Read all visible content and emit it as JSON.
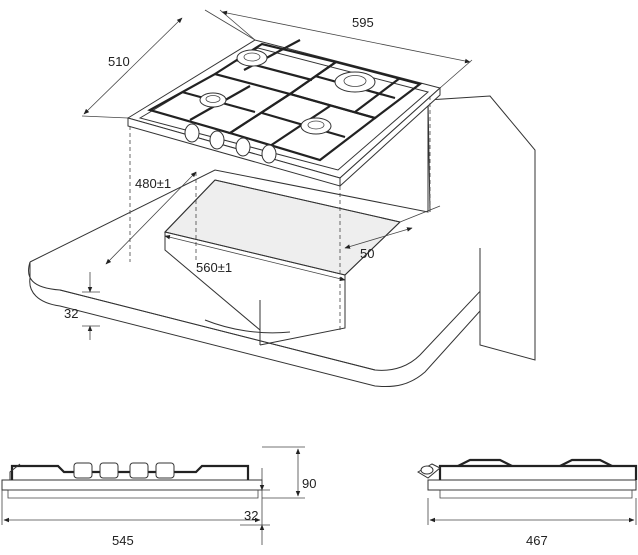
{
  "dimensions": {
    "top_width": "595",
    "top_depth": "510",
    "cutout_depth": "480±1",
    "cutout_width": "560±1",
    "edge_offset": "50",
    "worktop_thickness": "32",
    "side_width": "545",
    "side_height": "90",
    "side_depth": "32",
    "side_view_depth": "467"
  }
}
